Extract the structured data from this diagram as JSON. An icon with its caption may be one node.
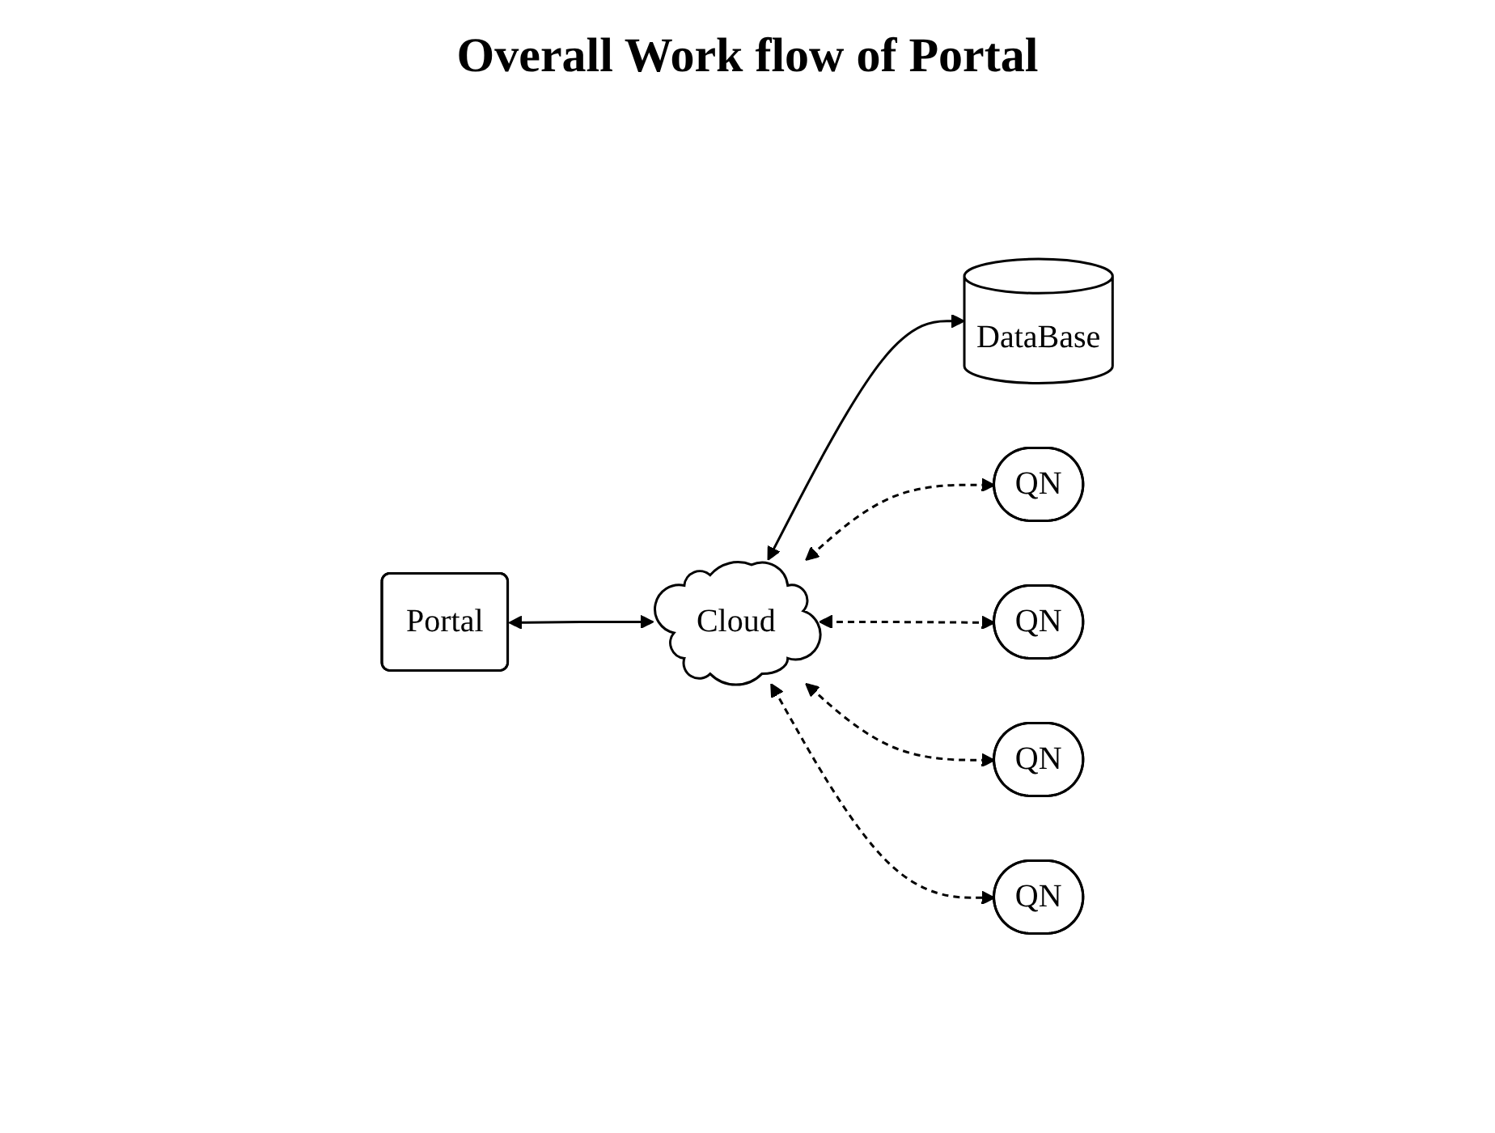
{
  "diagram": {
    "title": "Overall Work flow of Portal",
    "nodes": [
      {
        "text": [
          "Portal"
        ]
      },
      {
        "text": [
          "Cloud"
        ]
      },
      {
        "text": [
          "DataBase"
        ]
      },
      {
        "text": [
          "QN"
        ]
      },
      {
        "text": [
          "QN"
        ]
      },
      {
        "text": [
          "QN"
        ]
      },
      {
        "text": [
          "QN"
        ]
      }
    ],
    "edges": [
      {
        "from": 0,
        "to": 1,
        "arrow": "both"
      },
      {
        "from": 1,
        "to": 2,
        "arrow": "both"
      },
      {
        "from": 1,
        "to": 3,
        "arrow": "both",
        "style": "dashed"
      },
      {
        "from": 1,
        "to": 4,
        "arrow": "both",
        "style": "dashed"
      },
      {
        "from": 1,
        "to": 5,
        "arrow": "both",
        "style": "dashed"
      },
      {
        "from": 1,
        "to": 6,
        "arrow": "both",
        "style": "dashed"
      }
    ]
  }
}
